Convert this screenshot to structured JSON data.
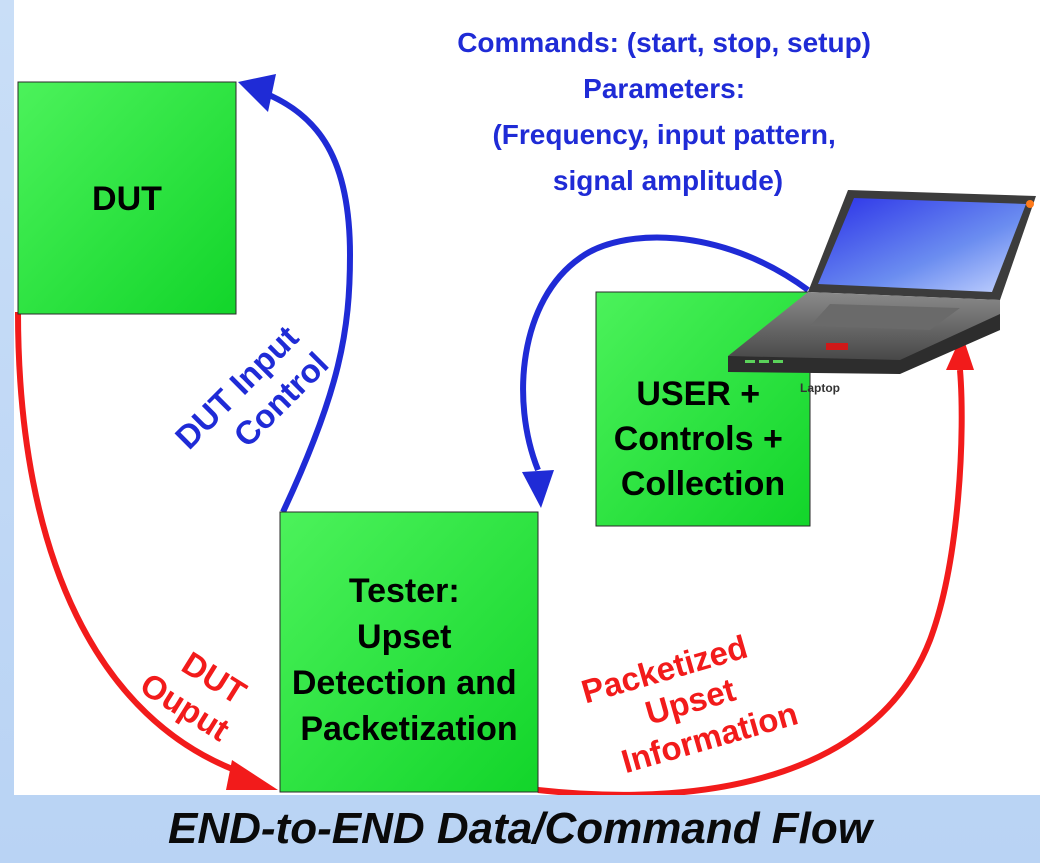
{
  "boxes": {
    "dut": "DUT",
    "user": [
      "USER +",
      "Controls +",
      "Collection"
    ],
    "tester": [
      "Tester:",
      "Upset",
      "Detection and",
      "Packetization"
    ]
  },
  "commands_note": [
    "Commands: (start, stop, setup)",
    "Parameters:",
    "(Frequency, input pattern,",
    "signal amplitude)"
  ],
  "laptop_label": "Laptop",
  "flows": {
    "dut_input_control": [
      "DUT Input",
      "Control"
    ],
    "dut_output": [
      "DUT",
      "Ouput"
    ],
    "packetized": [
      "Packetized",
      "Upset",
      "Information"
    ]
  },
  "caption": "END-to-END Data/Command Flow",
  "colors": {
    "box_fill": "#22e83a",
    "blue_flow": "#1f2bd6",
    "red_flow": "#f21b1b",
    "background": "#c3d9f6"
  },
  "icons": [
    "laptop-icon"
  ]
}
